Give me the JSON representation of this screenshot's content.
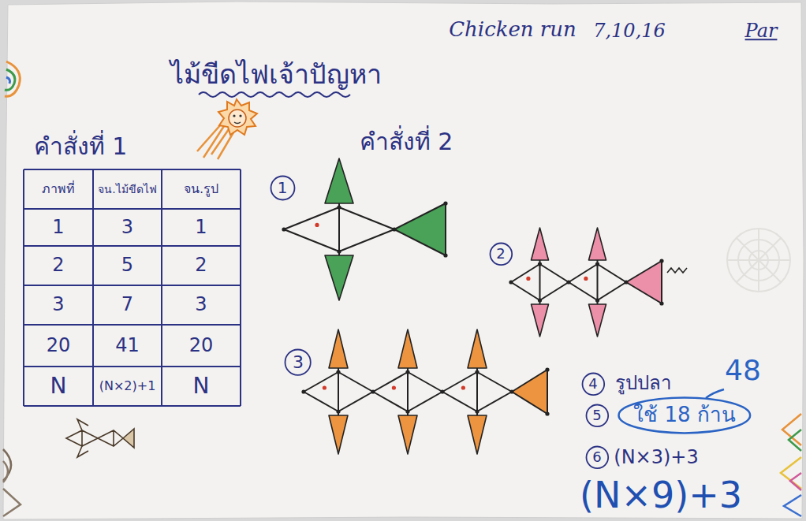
{
  "diagram": {
    "title": "ไม้ขีดไฟเจ้าปัญหา",
    "nodes": [
      {
        "text": [
          "1"
        ]
      },
      {
        "text": [
          "2"
        ]
      },
      {
        "text": [
          "3"
        ]
      },
      {
        "text": [
          "4"
        ]
      },
      {
        "text": [
          "5"
        ]
      },
      {
        "text": [
          "ใช้ 18 ก้าน"
        ]
      },
      {
        "text": [
          "6"
        ]
      }
    ],
    "labels": [
      "Chicken run",
      "7,10,16",
      "Par",
      "คำสั่งที่ 1",
      "คำสั่งที่ 2",
      "ภาพที่",
      "จน.ไม้ขีดไฟ",
      "จน.รูป",
      "1",
      "3",
      "1",
      "2",
      "5",
      "2",
      "3",
      "7",
      "3",
      "20",
      "41",
      "20",
      "N",
      "(N×2)+1",
      "N",
      "รูปปลา",
      "48",
      "(N×3)+3",
      "(N×9)+3"
    ]
  }
}
